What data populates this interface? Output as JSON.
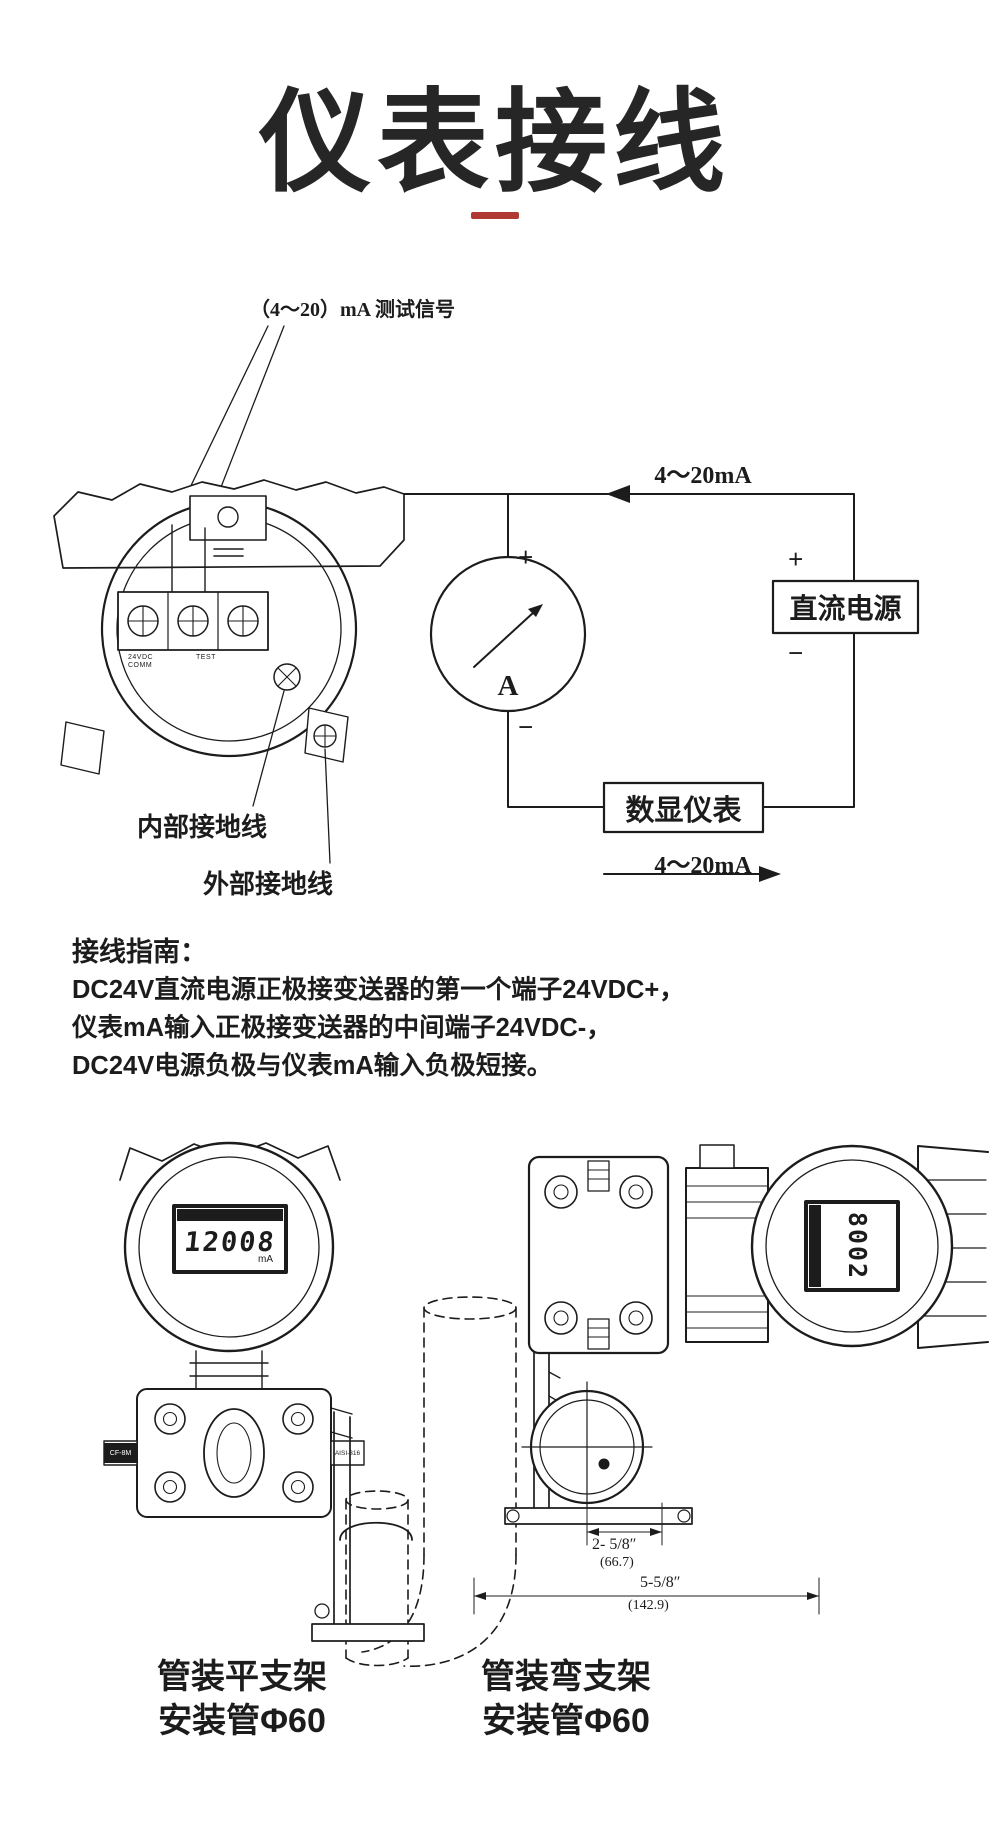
{
  "page": {
    "title": "仪表接线",
    "accent_color": "#b03931",
    "line_color": "#1c1c1c"
  },
  "circuit": {
    "test_signal_label": "（4～20）mA 测试信号",
    "current_label_top": "4～20mA",
    "current_label_bottom": "4～20mA",
    "ammeter": {
      "symbol": "A",
      "plus": "+",
      "minus": "−"
    },
    "power_supply": {
      "label": "直流电源",
      "plus": "+",
      "minus": "−"
    },
    "display_meter": {
      "label": "数显仪表"
    },
    "internal_ground": "内部接地线",
    "external_ground": "外部接地线",
    "terminal_markings": [
      "24VDC",
      "COMM",
      "TEST"
    ]
  },
  "guide": {
    "heading": "接线指南：",
    "lines": [
      "DC24V直流电源正极接变送器的第一个端子24VDC+，",
      "仪表mA输入正极接变送器的中间端子24VDC-，",
      "DC24V电源负极与仪表mA输入负极短接。"
    ]
  },
  "mounting": {
    "left_lcd": "12008",
    "left_lcd_unit": "mA",
    "right_lcd": "8002",
    "flange_tag_left": "CF-8M",
    "flange_tag_right": "AISI-316",
    "dims": {
      "d1_in": "2- 5/8″",
      "d1_mm": "(66.7)",
      "d2_in": "5-5/8″",
      "d2_mm": "(142.9)"
    },
    "left_caption": [
      "管装平支架",
      "安装管Φ60"
    ],
    "right_caption": [
      "管装弯支架",
      "安装管Φ60"
    ]
  }
}
